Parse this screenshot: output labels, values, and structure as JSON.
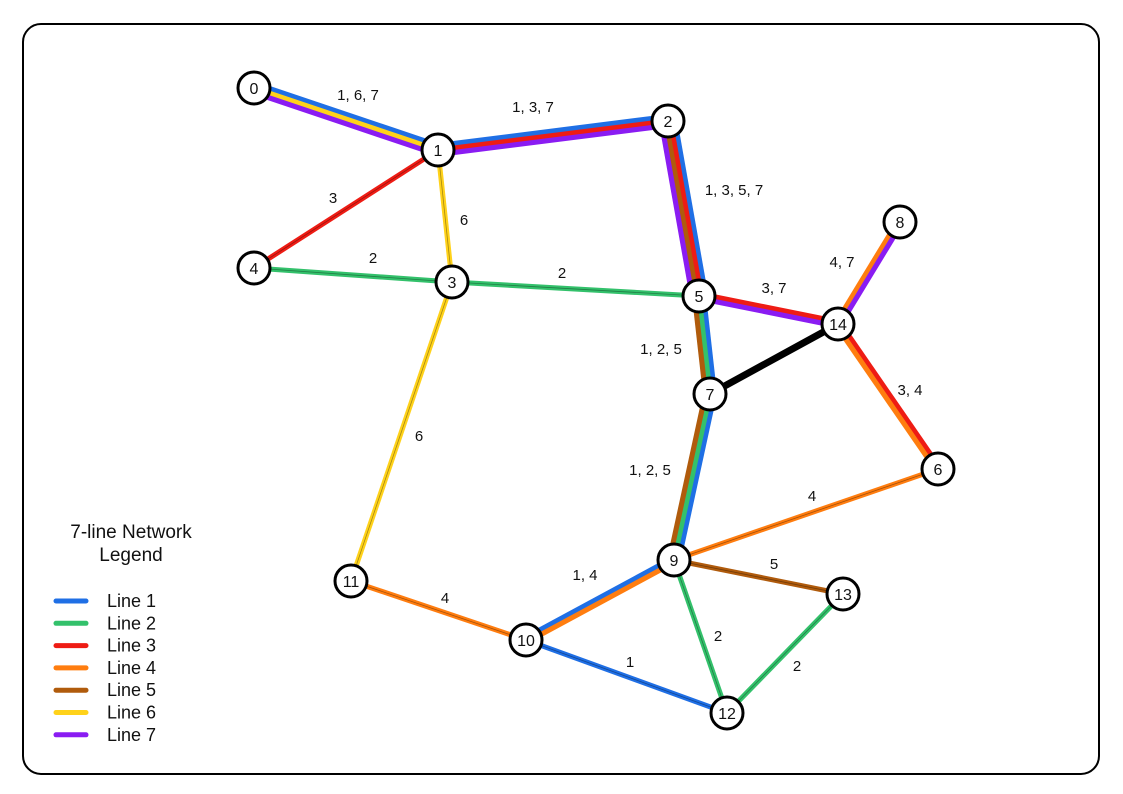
{
  "legend": {
    "title_line1": "7-line Network",
    "title_line2": "Legend",
    "items": [
      {
        "id": 1,
        "label": "Line 1",
        "color": "#1f6fe5"
      },
      {
        "id": 2,
        "label": "Line 2",
        "color": "#33c16b"
      },
      {
        "id": 3,
        "label": "Line 3",
        "color": "#ee1c14"
      },
      {
        "id": 4,
        "label": "Line 4",
        "color": "#ff7d0f"
      },
      {
        "id": 5,
        "label": "Line 5",
        "color": "#b05b0c"
      },
      {
        "id": 6,
        "label": "Line 6",
        "color": "#ffd21a"
      },
      {
        "id": 7,
        "label": "Line 7",
        "color": "#8a1cf2"
      }
    ]
  },
  "stations": [
    {
      "id": "0",
      "label": "0"
    },
    {
      "id": "1",
      "label": "1"
    },
    {
      "id": "2",
      "label": "2"
    },
    {
      "id": "3",
      "label": "3"
    },
    {
      "id": "4",
      "label": "4"
    },
    {
      "id": "5",
      "label": "5"
    },
    {
      "id": "6",
      "label": "6"
    },
    {
      "id": "7",
      "label": "7"
    },
    {
      "id": "8",
      "label": "8"
    },
    {
      "id": "9",
      "label": "9"
    },
    {
      "id": "10",
      "label": "10"
    },
    {
      "id": "11",
      "label": "11"
    },
    {
      "id": "12",
      "label": "12"
    },
    {
      "id": "13",
      "label": "13"
    },
    {
      "id": "14",
      "label": "14"
    }
  ],
  "edges": [
    {
      "from": "0",
      "to": "1",
      "lines": [
        1,
        6,
        7
      ],
      "label": "1, 6, 7"
    },
    {
      "from": "1",
      "to": "2",
      "lines": [
        1,
        3,
        7
      ],
      "label": "1, 3, 7"
    },
    {
      "from": "1",
      "to": "4",
      "lines": [
        3
      ],
      "label": "3"
    },
    {
      "from": "1",
      "to": "3",
      "lines": [
        6
      ],
      "label": "6"
    },
    {
      "from": "4",
      "to": "3",
      "lines": [
        2
      ],
      "label": "2"
    },
    {
      "from": "3",
      "to": "5",
      "lines": [
        2
      ],
      "label": "2"
    },
    {
      "from": "2",
      "to": "5",
      "lines": [
        1,
        3,
        5,
        7
      ],
      "label": "1, 3, 5, 7"
    },
    {
      "from": "5",
      "to": "14",
      "lines": [
        3,
        7
      ],
      "label": "3, 7"
    },
    {
      "from": "14",
      "to": "8",
      "lines": [
        4,
        7
      ],
      "label": "4, 7"
    },
    {
      "from": "14",
      "to": "6",
      "lines": [
        3,
        4
      ],
      "label": "3, 4"
    },
    {
      "from": "5",
      "to": "7",
      "lines": [
        1,
        2,
        5
      ],
      "label": "1, 2, 5"
    },
    {
      "from": "7",
      "to": "14",
      "lines": [],
      "label": ""
    },
    {
      "from": "7",
      "to": "9",
      "lines": [
        1,
        2,
        5
      ],
      "label": "1, 2, 5"
    },
    {
      "from": "3",
      "to": "11",
      "lines": [
        6
      ],
      "label": "6"
    },
    {
      "from": "11",
      "to": "10",
      "lines": [
        4
      ],
      "label": "4"
    },
    {
      "from": "10",
      "to": "9",
      "lines": [
        1,
        4
      ],
      "label": "1, 4"
    },
    {
      "from": "9",
      "to": "6",
      "lines": [
        4
      ],
      "label": "4"
    },
    {
      "from": "9",
      "to": "13",
      "lines": [
        5
      ],
      "label": "5"
    },
    {
      "from": "9",
      "to": "12",
      "lines": [
        2
      ],
      "label": "2"
    },
    {
      "from": "10",
      "to": "12",
      "lines": [
        1
      ],
      "label": "1"
    },
    {
      "from": "13",
      "to": "12",
      "lines": [
        2
      ],
      "label": "2"
    }
  ],
  "transfer_link_color": "#000000"
}
